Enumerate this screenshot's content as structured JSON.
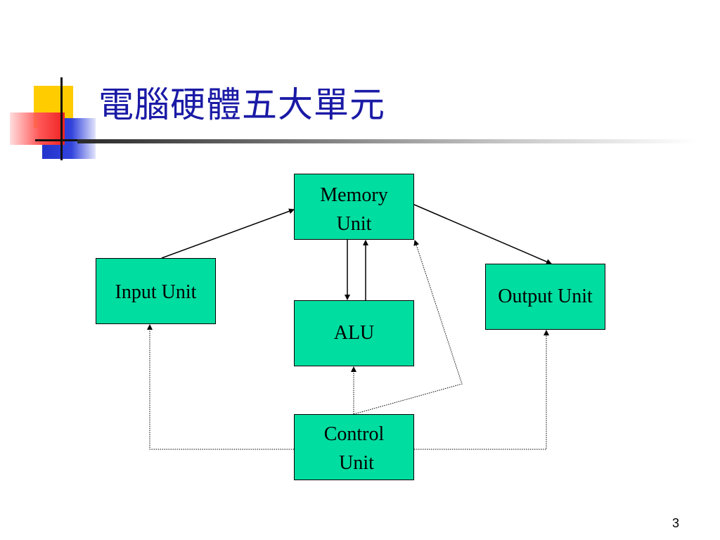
{
  "slide": {
    "title": "電腦硬體五大單元",
    "page_number": "3"
  },
  "units": {
    "memory": {
      "line1": "Memory",
      "line2": "Unit"
    },
    "input": {
      "label": "Input Unit"
    },
    "output": {
      "label": "Output Unit"
    },
    "alu": {
      "label": "ALU"
    },
    "control": {
      "line1": "Control",
      "line2": " Unit"
    }
  },
  "connections": [
    {
      "from": "input",
      "to": "memory",
      "style": "solid"
    },
    {
      "from": "memory",
      "to": "output",
      "style": "solid"
    },
    {
      "from": "memory",
      "to": "alu",
      "style": "solid"
    },
    {
      "from": "alu",
      "to": "memory",
      "style": "solid"
    },
    {
      "from": "control",
      "to": "alu",
      "style": "dotted"
    },
    {
      "from": "control",
      "to": "memory",
      "style": "dotted"
    },
    {
      "from": "control",
      "to": "input",
      "style": "dotted"
    },
    {
      "from": "control",
      "to": "output",
      "style": "dotted"
    }
  ],
  "colors": {
    "unit_fill": "#00dda0",
    "title_text": "#1a1aa6"
  }
}
